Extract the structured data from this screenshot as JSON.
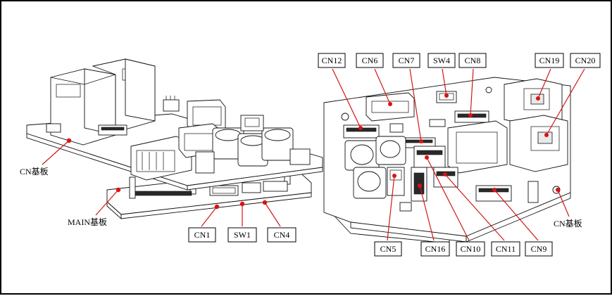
{
  "labels": {
    "cn12": "CN12",
    "cn6": "CN6",
    "cn7": "CN7",
    "sw4": "SW4",
    "cn8": "CN8",
    "cn19": "CN19",
    "cn20": "CN20",
    "cn1": "CN1",
    "sw1": "SW1",
    "cn4": "CN4",
    "cn5": "CN5",
    "cn16": "CN16",
    "cn10": "CN10",
    "cn11": "CN11",
    "cn9": "CN9",
    "cn_board_left": "CN基板",
    "main_board": "MAIN基板",
    "cn_board_right": "CN基板"
  },
  "colors": {
    "leader": "#d01818",
    "marker": "#e01010",
    "outline": "#111111"
  }
}
